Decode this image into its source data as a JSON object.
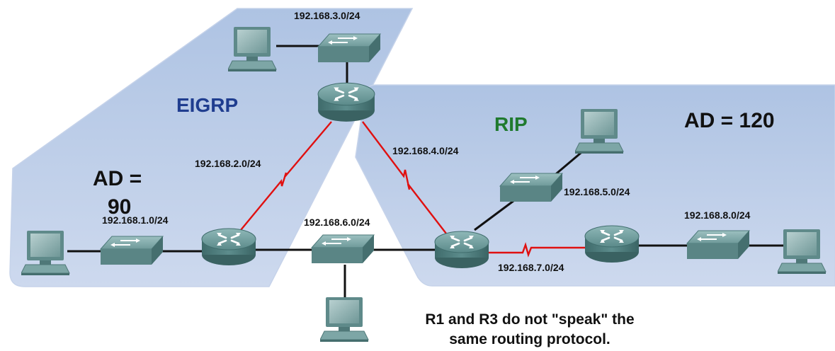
{
  "protocols": {
    "eigrp_name": "EIGRP",
    "eigrp_color": "#1f3d8f",
    "eigrp_ad_line1": "AD =",
    "eigrp_ad_line2": "90",
    "rip_name": "RIP",
    "rip_color": "#1f7a2e",
    "rip_ad": "AD = 120"
  },
  "networks": {
    "n1": "192.168.1.0/24",
    "n2": "192.168.2.0/24",
    "n3": "192.168.3.0/24",
    "n4": "192.168.4.0/24",
    "n5": "192.168.5.0/24",
    "n6": "192.168.6.0/24",
    "n7": "192.168.7.0/24",
    "n8": "192.168.8.0/24"
  },
  "note": {
    "line1": "R1 and R3 do not \"speak\" the",
    "line2": "same routing protocol."
  },
  "colors": {
    "region_fill": "#b9cbe6",
    "serial_link": "#e01010",
    "ethernet_link": "#111111",
    "device_teal": "#5e8f8f"
  },
  "icons": [
    "router-icon",
    "switch-icon",
    "pc-icon"
  ]
}
